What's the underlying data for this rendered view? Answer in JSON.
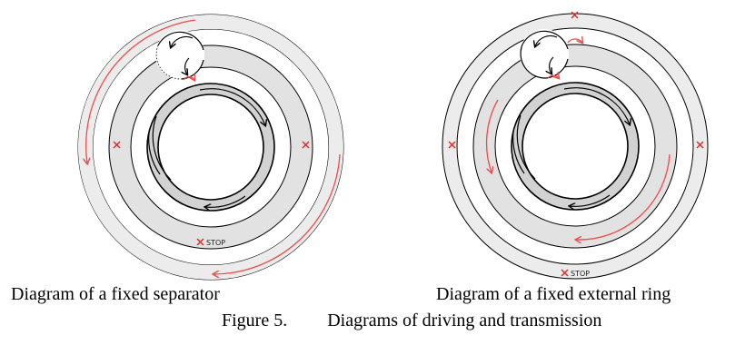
{
  "diagrams": [
    {
      "caption": "Diagram of a fixed separator",
      "stop_label": "STOP"
    },
    {
      "caption": "Diagram of a fixed external ring",
      "stop_label": "STOP"
    }
  ],
  "figure": {
    "number": "Figure 5.",
    "title": "Diagrams of driving and transmission"
  },
  "colors": {
    "ring_outline": "#000000",
    "ring_fill": "#e4e4e4",
    "motion_arrow": "#f04a4a",
    "drive_arrow": "#000000",
    "fixed_marker": "#ee2222"
  },
  "icons": {
    "fixed_point": "x-mark",
    "rotation": "curved-arrow"
  }
}
